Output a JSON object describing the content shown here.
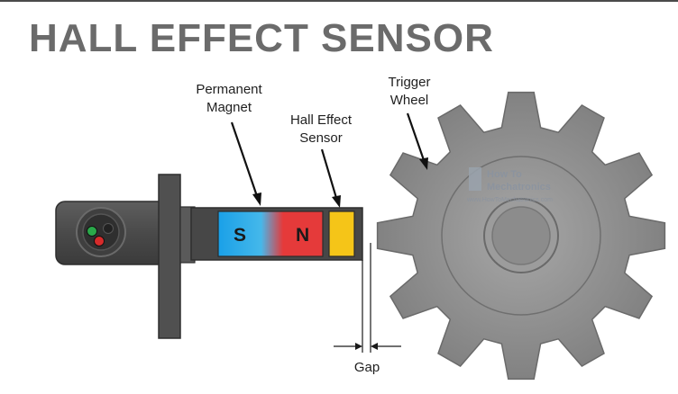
{
  "title": "HALL EFFECT SENSOR",
  "labels": {
    "permanent_magnet": [
      "Permanent",
      "Magnet"
    ],
    "hall_effect_sensor": [
      "Hall Effect",
      "Sensor"
    ],
    "trigger_wheel": [
      "Trigger",
      "Wheel"
    ],
    "gap": "Gap"
  },
  "magnet": {
    "south": "S",
    "north": "N"
  },
  "watermark": {
    "line1": "How To",
    "line2": "Mechatronics",
    "url": "www.HowToMechatronics.com"
  },
  "trigger_wheel": {
    "teeth": 12
  },
  "colors": {
    "title": "#6b6b6b",
    "body": "#4d4d4d",
    "magnet_south": "#1ba4e6",
    "magnet_north": "#e53a3a",
    "sensor": "#f5c518",
    "wheel": "#8f8f8f",
    "wire_red": "#d62b2b",
    "wire_green": "#2aa84a",
    "wire_black": "#222222"
  }
}
